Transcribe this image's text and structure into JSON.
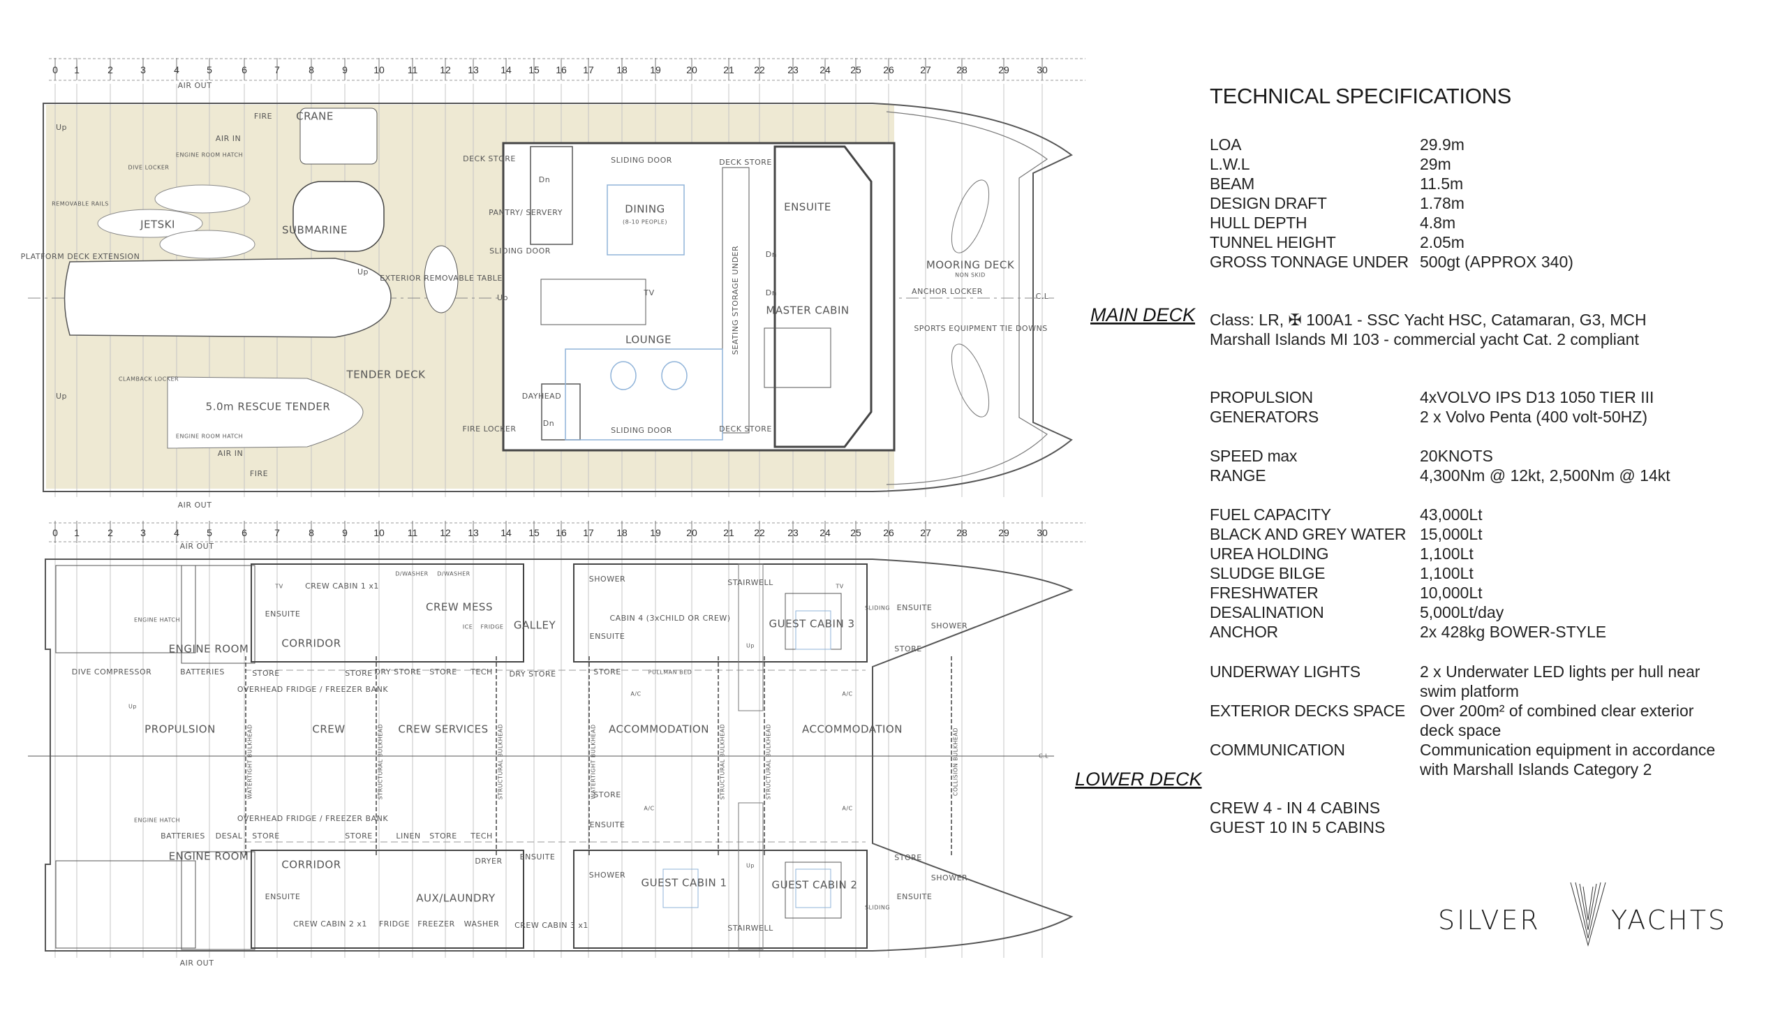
{
  "frame_numbers": [
    "0",
    "1",
    "2",
    "3",
    "4",
    "5",
    "6",
    "7",
    "8",
    "9",
    "10",
    "11",
    "12",
    "13",
    "14",
    "15",
    "16",
    "17",
    "18",
    "19",
    "20",
    "21",
    "22",
    "23",
    "24",
    "25",
    "26",
    "27",
    "28",
    "29",
    "30"
  ],
  "main_deck": {
    "title": "MAIN DECK",
    "labels": [
      "AIR OUT",
      "AIR OUT",
      "FIRE",
      "FIRE",
      "CRANE",
      "AIR IN",
      "AIR IN",
      "ENGINE ROOM HATCH",
      "ENGINE ROOM HATCH",
      "DIVE LOCKER",
      "CLAMBACK LOCKER",
      "REMOVABLE RAILS",
      "JETSKI",
      "SUBMARINE",
      "PLATFORM DECK EXTENSION",
      "EXTERIOR REMOVABLE TABLE",
      "TENDER DECK",
      "5.0m RESCUE TENDER",
      "DECK STORE",
      "PANTRY/ SERVERY",
      "SLIDING DOOR",
      "DINING",
      "(8-10 PEOPLE)",
      "SLIDING DOOR",
      "SLIDING DOOR",
      "TV",
      "LOUNGE",
      "DAYHEAD",
      "FIRE LOCKER",
      "DECK STORE",
      "DECK STORE",
      "ENSUITE",
      "MASTER CABIN",
      "SEATING STORAGE UNDER",
      "MOORING DECK",
      "NON SKID",
      "ANCHOR LOCKER",
      "SPORTS EQUIPMENT TIE DOWNS",
      "C.L",
      "Up",
      "Up",
      "Up",
      "Up",
      "Dn",
      "Dn",
      "Dn",
      "Dn"
    ]
  },
  "lower_deck": {
    "title": "LOWER DECK",
    "labels": [
      "AIR OUT",
      "AIR OUT",
      "ENGINE ROOM",
      "ENGINE ROOM",
      "ENGINE HATCH",
      "ENGINE HATCH",
      "DIVE COMPRESSOR",
      "BATTERIES",
      "BATTERIES",
      "DESAL",
      "ENSUITE",
      "CREW CABIN 1 x1",
      "TV",
      "CORRIDOR",
      "CORRIDOR",
      "STORE",
      "STORE",
      "STORE",
      "STORE",
      "OVERHEAD FRIDGE / FREEZER BANK",
      "OVERHEAD FRIDGE / FREEZER BANK",
      "CREW MESS",
      "D/WASHER",
      "D/WASHER",
      "DRY STORE",
      "STORE",
      "TECH",
      "ICE",
      "FRIDGE",
      "GALLEY",
      "DRY STORE",
      "PROPULSION",
      "CREW",
      "CREW SERVICES",
      "LINEN",
      "STORE",
      "TECH",
      "AUX/LAUNDRY",
      "DRYER",
      "FRIDGE",
      "FREEZER",
      "WASHER",
      "ENSUITE",
      "CREW CABIN 2 x1",
      "ENSUITE",
      "CREW CABIN 3 x1",
      "SHOWER",
      "ENSUITE",
      "STORE",
      "CABIN 4 (3xCHILD OR CREW)",
      "PULLMAN BED",
      "STAIRWELL",
      "STAIRWELL",
      "GUEST CABIN 3",
      "TV",
      "SLIDING",
      "ENSUITE",
      "SHOWER",
      "STORE",
      "A/C",
      "A/C",
      "A/C",
      "A/C",
      "ACCOMMODATION",
      "ACCOMMODATION",
      "STORE",
      "ENSUITE",
      "SHOWER",
      "GUEST CABIN 1",
      "GUEST CABIN 2",
      "SLIDING",
      "ENSUITE",
      "SHOWER",
      "STORE",
      "C.L",
      "Up",
      "Up",
      "Up"
    ],
    "bulkheads": [
      "WATERTIGHT BULKHEAD",
      "STRUCTURAL BULKHEAD",
      "STRUCTURAL BULKHEAD",
      "WATERTIGHT BULKHEAD",
      "STRUCTURAL BULKHEAD",
      "STRUCTURAL BULKHEAD",
      "COLLISION BULKHEAD"
    ]
  },
  "specs": {
    "title": "TECHNICAL SPECIFICATIONS",
    "dimensions": [
      {
        "label": "LOA",
        "value": "29.9m"
      },
      {
        "label": "L.W.L",
        "value": "29m"
      },
      {
        "label": "BEAM",
        "value": "11.5m"
      },
      {
        "label": "DESIGN DRAFT",
        "value": "1.78m"
      },
      {
        "label": "HULL DEPTH",
        "value": "4.8m"
      },
      {
        "label": "TUNNEL HEIGHT",
        "value": "2.05m"
      },
      {
        "label": "GROSS TONNAGE UNDER",
        "value": "500gt (APPROX 340)"
      }
    ],
    "class_lines": [
      "Class: LR, ✠ 100A1 - SSC Yacht HSC, Catamaran, G3, MCH",
      "Marshall Islands   MI 103 - commercial yacht Cat. 2 compliant"
    ],
    "machinery": [
      {
        "label": "PROPULSION",
        "value": "4xVOLVO IPS D13 1050 TIER III"
      },
      {
        "label": "GENERATORS",
        "value": "2 x Volvo Penta (400 volt-50HZ)"
      }
    ],
    "performance": [
      {
        "label": "SPEED max",
        "value": "20KNOTS"
      },
      {
        "label": "RANGE",
        "value": "4,300Nm @ 12kt, 2,500Nm @ 14kt"
      }
    ],
    "capacities": [
      {
        "label": "FUEL CAPACITY",
        "value": "43,000Lt"
      },
      {
        "label": "BLACK AND GREY WATER",
        "value": "15,000Lt"
      },
      {
        "label": "UREA HOLDING",
        "value": "1,100Lt"
      },
      {
        "label": "SLUDGE BILGE",
        "value": "1,100Lt"
      },
      {
        "label": "FRESHWATER",
        "value": "10,000Lt"
      },
      {
        "label": "DESALINATION",
        "value": "5,000Lt/day"
      },
      {
        "label": "ANCHOR",
        "value": "2x 428kg BOWER-STYLE"
      }
    ],
    "features": [
      {
        "label": "UNDERWAY LIGHTS",
        "value": "2 x Underwater LED lights per hull near",
        "value2": "swim platform"
      },
      {
        "label": "EXTERIOR DECKS SPACE",
        "value": "Over 200m² of combined clear exterior",
        "value2": "deck space"
      },
      {
        "label": "COMMUNICATION",
        "value": "Communication equipment in accordance",
        "value2": "with Marshall Islands Category 2"
      }
    ],
    "accommodation": [
      "CREW 4 - IN 4 CABINS",
      "GUEST 10 IN 5 CABINS"
    ]
  },
  "logo": {
    "left": "SILVER",
    "right": "YACHTS"
  },
  "colors": {
    "teak": "#eee9d3",
    "line": "#4d4d4d",
    "grid": "#c4c4c4",
    "furniture_blue": "#8fb3d9"
  }
}
